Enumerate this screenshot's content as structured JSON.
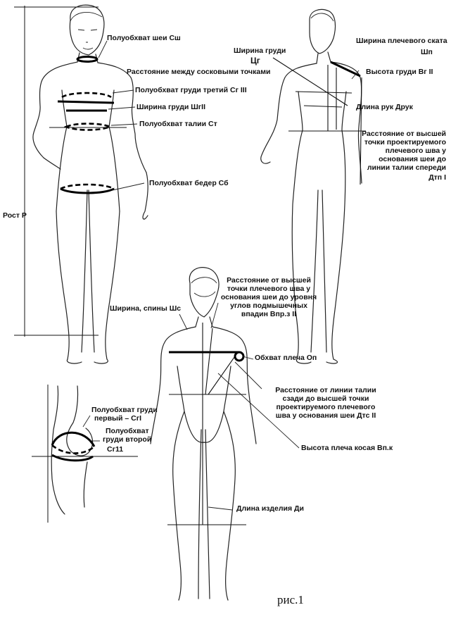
{
  "figure_caption": "рис.1",
  "labels": {
    "neck": "Полуобхват шеи Сш",
    "nipples": "Расстояние между сосковыми точками",
    "bust3": "Полуобхват груди третий Cг III",
    "bust_width": "Ширина груди ШгII",
    "waist": "Полуобхват талии Ст",
    "hips": "Полуобхват бедер Сб",
    "height": "Рост Р",
    "chest_width": "Ширина груди",
    "chest_width_sym": "Цг",
    "shoulder_width": "Ширина плечевого ската",
    "shoulder_width_sym": "Шп",
    "bust_height": "Высота груди Вг II",
    "arm_length": "Длина рук Друк",
    "front_len_1": "Расстояние от высшей",
    "front_len_2": "точки проектируемого",
    "front_len_3": "плечевого шва у",
    "front_len_4": "основания шеи до",
    "front_len_5": "линии талии спереди",
    "front_len_6": "Дтп I",
    "back_width": "Ширина, спины Шс",
    "armpit_1": "Расстояние от высшей",
    "armpit_2": "точки плечевого шва у",
    "armpit_3": "основания шеи до уровня",
    "armpit_4": "углов подмышечных",
    "armpit_5": "впадин Впр.з II",
    "shoulder_girth": "Обхват плеча Оп",
    "back_len_1": "Расстояние от линии  талии",
    "back_len_2": "сзади до высшей точки",
    "back_len_3": "проектируемого плечевого",
    "back_len_4": "шва у основания шеи Дтс II",
    "oblique": "Высота плеча косая Вп.к",
    "garment_len": "Длина изделия Ди",
    "bust1_1": "Полуобхват груди",
    "bust1_2": "первый – СгI",
    "bust2_1": "Полуобхват",
    "bust2_2": "груди второй",
    "bust2_3": "Сг11"
  }
}
